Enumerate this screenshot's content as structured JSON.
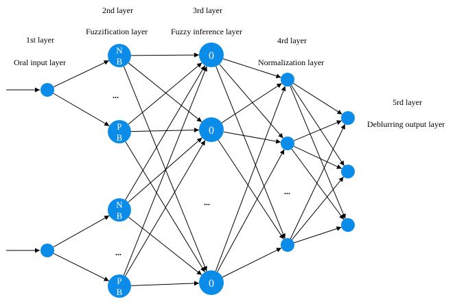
{
  "layers": {
    "l1": {
      "title": "1st layer",
      "name": "Oral input layer"
    },
    "l2": {
      "title": "2nd layer",
      "name": "Fuzzification layer"
    },
    "l3": {
      "title": "3rd layer",
      "name": "Fuzzy inference layer"
    },
    "l4": {
      "title": "4rd layer",
      "name": "Normalization layer"
    },
    "l5": {
      "title": "5rd layer",
      "name": "Deblurring output layer"
    }
  },
  "node_text": {
    "nb_top": "N",
    "nb_bottom": "B",
    "pb_top": "P",
    "pb_bottom": "B",
    "inference": "0"
  },
  "ellipsis": "...",
  "colors": {
    "node": "#0b8ce9",
    "edge": "#000000"
  }
}
